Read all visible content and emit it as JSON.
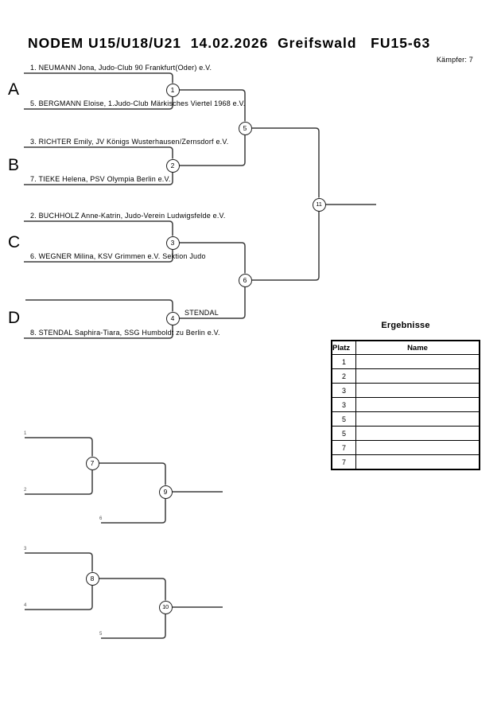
{
  "page": {
    "title": "NODEM U15/U18/U21  14.02.2026  Greifswald   FU15-63",
    "fighters_label": "Kämpfer: 7"
  },
  "bracket": {
    "sections": [
      {
        "letter": "A",
        "top_name": "1. NEUMANN Jona, Judo-Club 90 Frankfurt(Oder) e.V.",
        "bottom_name": "5. BERGMANN Eloise, 1.Judo-Club Märkisches Viertel 1968 e.V.",
        "match_no": "1"
      },
      {
        "letter": "B",
        "top_name": "3. RICHTER Emily, JV Königs Wusterhausen/Zernsdorf e.V.",
        "bottom_name": "7. TIEKE Helena, PSV Olympia Berlin e.V.",
        "match_no": "2"
      },
      {
        "letter": "C",
        "top_name": "2. BUCHHOLZ Anne-Katrin, Judo-Verein Ludwigsfelde e.V.",
        "bottom_name": "6. WEGNER Milina, KSV Grimmen e.V. Sektion Judo",
        "match_no": "3"
      },
      {
        "letter": "D",
        "top_name": "",
        "bottom_name": "8. STENDAL Saphira-Tiara, SSG Humboldt zu Berlin e.V.",
        "match_no": "4",
        "winner_label": "STENDAL"
      }
    ],
    "semifinals": [
      {
        "match_no": "5"
      },
      {
        "match_no": "6"
      }
    ],
    "final": {
      "match_no": "11"
    }
  },
  "repechage": {
    "pool1": {
      "feeders": [
        "1",
        "2",
        "6"
      ],
      "round1_match": "7",
      "final_match": "9"
    },
    "pool2": {
      "feeders": [
        "3",
        "4",
        "5"
      ],
      "round1_match": "8",
      "final_match": "10"
    }
  },
  "results": {
    "title": "Ergebnisse",
    "col_platz": "Platz",
    "col_name": "Name",
    "rows": [
      {
        "platz": "1",
        "name": ""
      },
      {
        "platz": "2",
        "name": ""
      },
      {
        "platz": "3",
        "name": ""
      },
      {
        "platz": "3",
        "name": ""
      },
      {
        "platz": "5",
        "name": ""
      },
      {
        "platz": "5",
        "name": ""
      },
      {
        "platz": "7",
        "name": ""
      },
      {
        "platz": "7",
        "name": ""
      }
    ]
  }
}
